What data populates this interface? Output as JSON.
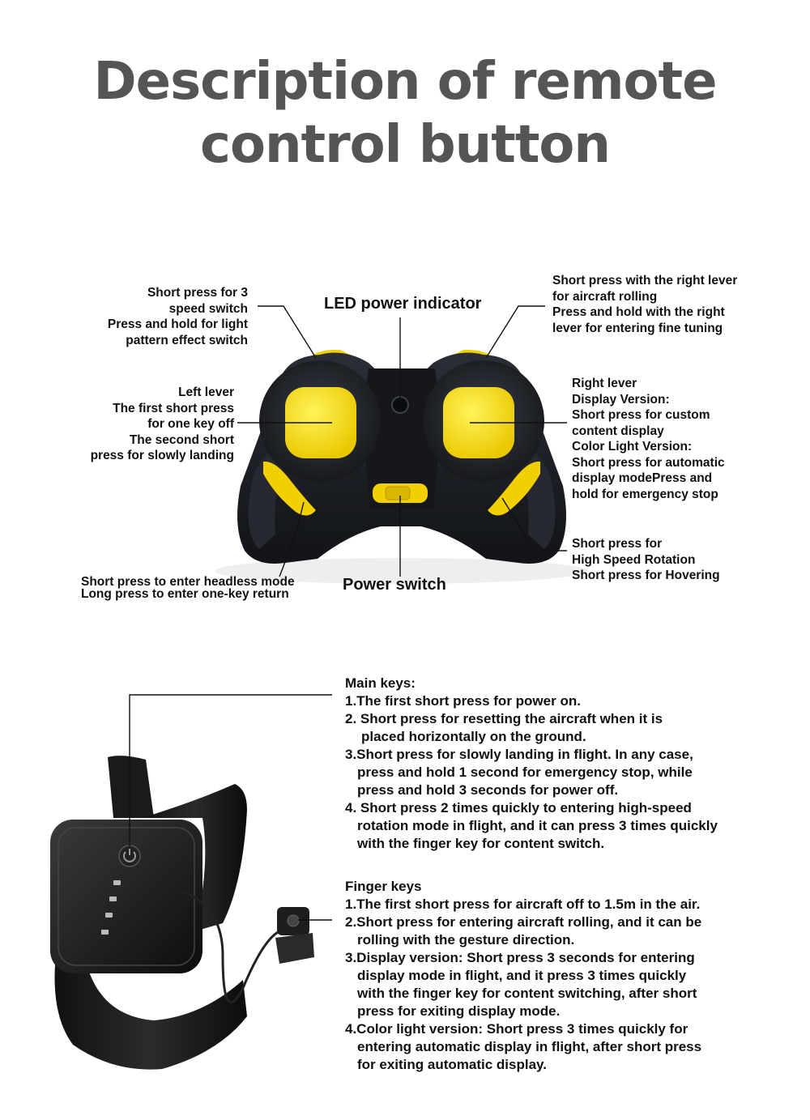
{
  "title": {
    "line1": "Description of remote",
    "line2": "control button"
  },
  "controller": {
    "speed_switch": [
      "Short press for 3",
      "speed switch",
      "Press and hold for light",
      "pattern effect switch"
    ],
    "led_indicator": "LED power indicator",
    "right_top": [
      "Short press with the right lever",
      "for aircraft rolling",
      "Press and hold with the right",
      "lever for entering fine tuning"
    ],
    "left_lever": [
      "Left lever",
      "The first short press",
      "for one key off",
      "The second short",
      "press for slowly landing"
    ],
    "right_lever": [
      "Right lever",
      "Display Version:",
      "Short press for custom",
      "content display",
      "Color Light Version:",
      "Short press for automatic",
      "display modePress and",
      "hold for emergency stop"
    ],
    "right_bottom": [
      "Short press for",
      "High Speed Rotation",
      "Short press for Hovering"
    ],
    "left_bottom": [
      "Short press to enter headless mode",
      "Long press to enter one-key return"
    ],
    "power_switch": "Power switch"
  },
  "main_keys": {
    "heading": "Main keys:",
    "lines": [
      "1.The first short press for power on.",
      "2. Short press for resetting the aircraft when it is",
      "placed horizontally on the ground.",
      "3.Short press for slowly landing in flight. In any case,",
      "press and hold 1 second for emergency stop, while",
      "press and hold 3 seconds for power off.",
      "4. Short press 2 times quickly to entering high-speed",
      "rotation mode in flight, and it can press 3 times quickly",
      "with the finger key for content switch."
    ]
  },
  "finger_keys": {
    "heading": "Finger keys",
    "lines": [
      "1.The first short press for aircraft off to 1.5m in the air.",
      "2.Short press for entering aircraft rolling, and it can be",
      "rolling with the gesture direction.",
      "3.Display version: Short press 3 seconds for entering",
      "display mode in flight, and it press 3 times quickly",
      "with the finger key for content switching, after short",
      "press for exiting display mode.",
      "4.Color light version: Short press 3 times quickly for",
      "entering automatic display in flight, after short press",
      "for exiting automatic display."
    ]
  },
  "colors": {
    "title": "#555555",
    "accent_yellow": "#f5d800",
    "body_black": "#1c1e24"
  }
}
